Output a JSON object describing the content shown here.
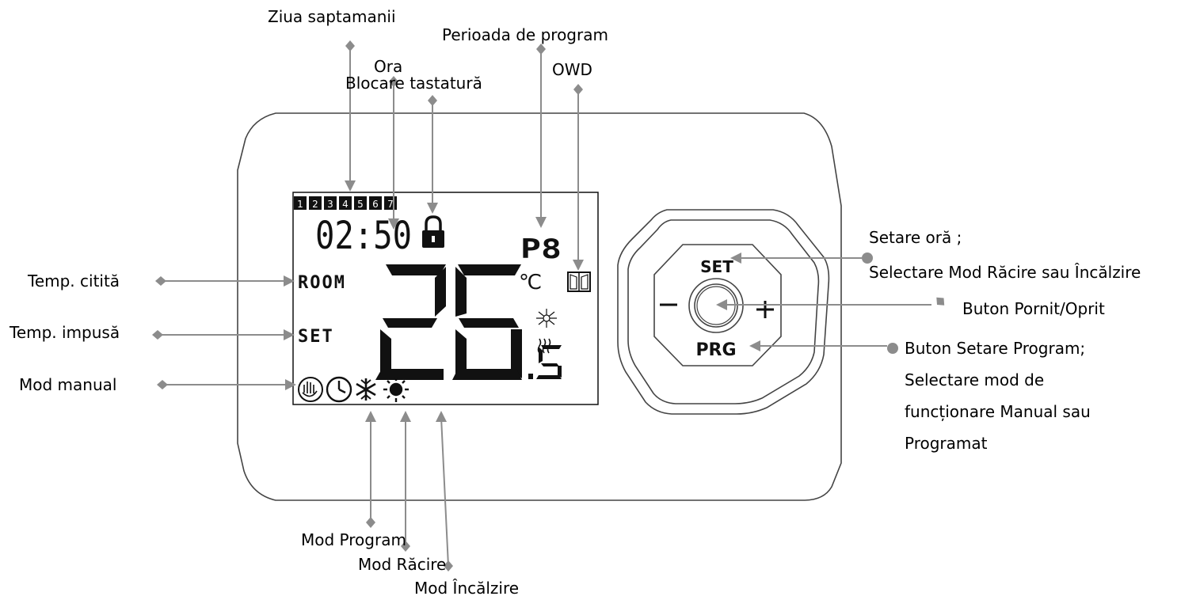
{
  "labels": {
    "ziua_saptamanii": "Ziua saptamanii",
    "perioada_program": "Perioada de program",
    "ora": "Ora",
    "blocare_tastatura": "Blocare tastatură",
    "owd": "OWD",
    "temp_citita": "Temp. citită",
    "temp_impusa": "Temp. impusă",
    "mod_manual": "Mod manual",
    "setare_ora": "Setare oră ;",
    "selectare_mod_racire": "Selectare Mod Răcire sau Încălzire",
    "buton_pornit": "Buton Pornit/Oprit",
    "buton_setare_program": "Buton Setare Program;",
    "selectare_mod_functionare_1": "Selectare mod de",
    "selectare_mod_functionare_2": "funcționare Manual sau",
    "selectare_mod_functionare_3": "Programat",
    "mod_program": "Mod Program",
    "mod_racire": "Mod Răcire",
    "mod_incalzire": "Mod Încălzire"
  },
  "lcd": {
    "days": [
      "1",
      "2",
      "3",
      "4",
      "5",
      "6",
      "7"
    ],
    "time": "02:50",
    "program_period": "P8",
    "room_label": "ROOM",
    "set_label": "SET",
    "unit": "℃",
    "temperature_main": "26",
    "temperature_decimal": ".5"
  },
  "buttons": {
    "set": "SET",
    "prg": "PRG",
    "minus": "−",
    "plus": "+"
  }
}
